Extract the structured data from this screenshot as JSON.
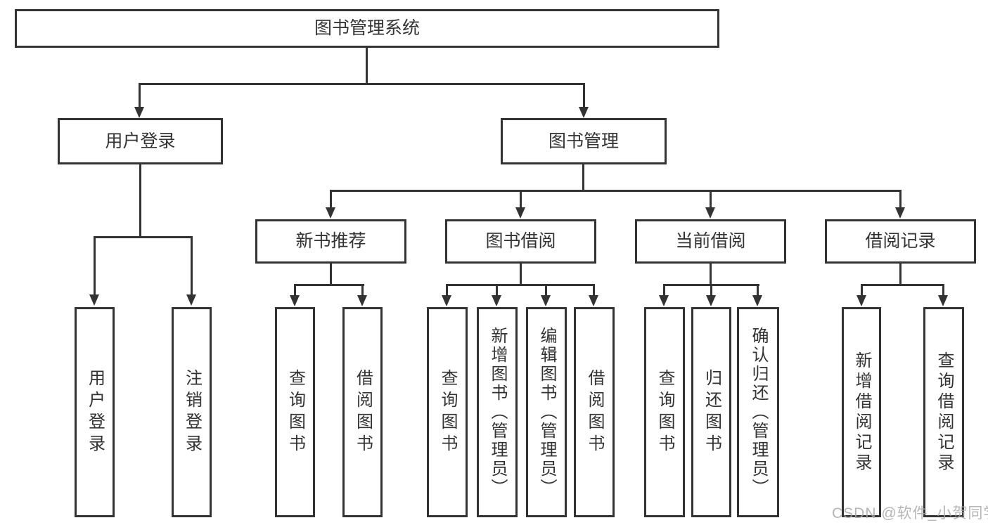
{
  "tree": {
    "root": {
      "label": "图书管理系统"
    },
    "branches": [
      {
        "label": "用户登录",
        "children": [
          {
            "label": "用户登录"
          },
          {
            "label": "注销登录"
          }
        ]
      },
      {
        "label": "图书管理",
        "children": [
          {
            "label": "新书推荐",
            "children": [
              {
                "label": "查询图书"
              },
              {
                "label": "借阅图书"
              }
            ]
          },
          {
            "label": "图书借阅",
            "children": [
              {
                "label": "查询图书"
              },
              {
                "label": "新增图书（管理员）"
              },
              {
                "label": "编辑图书（管理员）"
              },
              {
                "label": "借阅图书"
              }
            ]
          },
          {
            "label": "当前借阅",
            "children": [
              {
                "label": "查询图书"
              },
              {
                "label": "归还图书"
              },
              {
                "label": "确认归还（管理员）"
              }
            ]
          },
          {
            "label": "借阅记录",
            "children": [
              {
                "label": "新增借阅记录"
              },
              {
                "label": "查询借阅记录"
              }
            ]
          }
        ]
      }
    ]
  },
  "watermark": {
    "text": "CSDN @软件_小贺同学"
  },
  "colors": {
    "line": "#333333",
    "text": "#333333",
    "box_background": "#ffffff",
    "page_background": "#ffffff",
    "watermark": "#a9a9a9"
  }
}
